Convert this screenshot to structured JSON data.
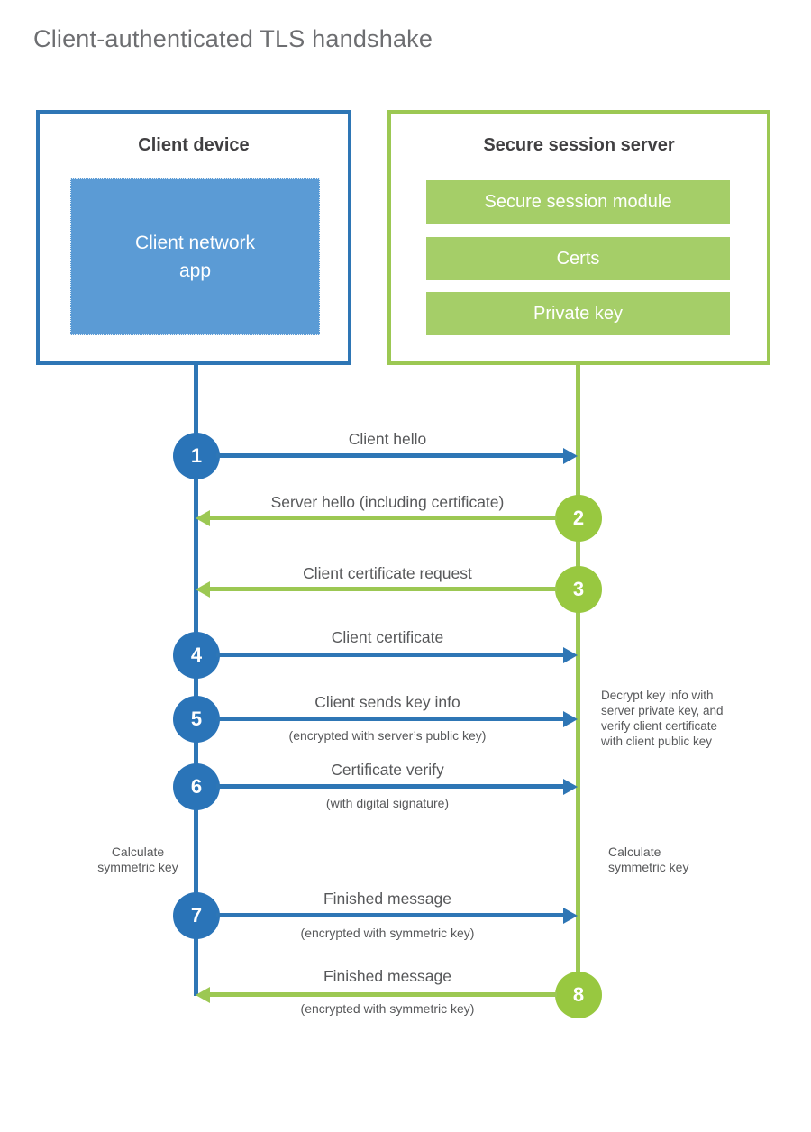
{
  "title": "Client-authenticated TLS handshake",
  "client_box": {
    "title": "Client device",
    "app_label": "Client network\napp"
  },
  "server_box": {
    "title": "Secure session server",
    "modules": [
      "Secure session module",
      "Certs",
      "Private key"
    ]
  },
  "steps": [
    {
      "num": "1",
      "label": "Client hello",
      "sub": "",
      "direction": "right",
      "from": "client",
      "to": "server"
    },
    {
      "num": "2",
      "label": "Server hello (including certificate)",
      "sub": "",
      "direction": "left",
      "from": "server",
      "to": "client"
    },
    {
      "num": "3",
      "label": "Client certificate request",
      "sub": "",
      "direction": "left",
      "from": "server",
      "to": "client"
    },
    {
      "num": "4",
      "label": "Client certificate",
      "sub": "",
      "direction": "right",
      "from": "client",
      "to": "server"
    },
    {
      "num": "5",
      "label": "Client sends key info",
      "sub": "(encrypted with server’s public key)",
      "direction": "right",
      "from": "client",
      "to": "server"
    },
    {
      "num": "6",
      "label": "Certificate verify",
      "sub": "(with digital signature)",
      "direction": "right",
      "from": "client",
      "to": "server"
    },
    {
      "num": "7",
      "label": "Finished message",
      "sub": "(encrypted with symmetric key)",
      "direction": "right",
      "from": "client",
      "to": "server"
    },
    {
      "num": "8",
      "label": "Finished message",
      "sub": "(encrypted with symmetric key)",
      "direction": "left",
      "from": "server",
      "to": "client"
    }
  ],
  "annotations": {
    "server_note": "Decrypt key info with\nserver private key, and\nverify client certificate\nwith client public key",
    "calc_left": "Calculate\nsymmetric key",
    "calc_right": "Calculate\nsymmetric key"
  },
  "colors": {
    "blue": "#2e76b5",
    "blue_fill": "#5b9bd5",
    "green": "#9cc853",
    "green_fill": "#a5ce68",
    "heading_text": "#414042",
    "label_text": "#57585a",
    "title_text": "#6d6e71"
  }
}
